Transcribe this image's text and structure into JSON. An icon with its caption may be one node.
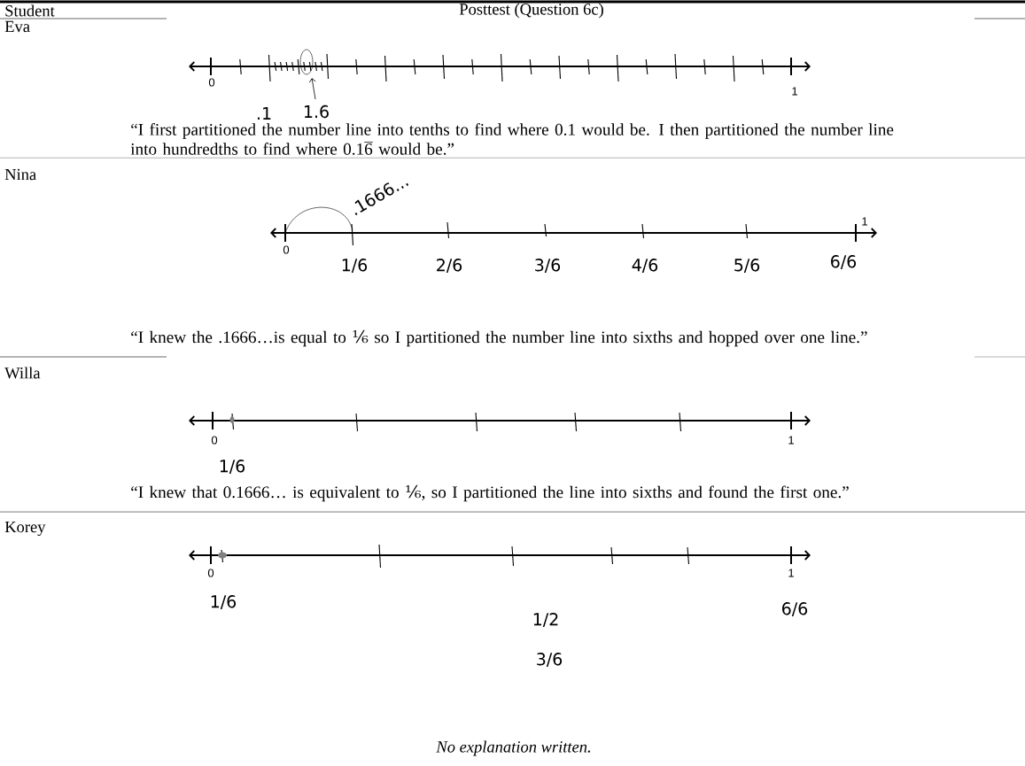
{
  "diagram": {
    "labels": [
      "Student",
      "Posttest (Question 6c)",
      "Eva",
      "0",
      "1",
      ".1",
      "1.6",
      "“I first partitioned the number line into tenths to find where 0.1 would be. I then partitioned the number line into hundredths to find where 0.16̅ would be.”",
      "Nina",
      ".1666...",
      "0",
      "1",
      "1/6",
      "2/6",
      "3/6",
      "4/6",
      "5/6",
      "6/6",
      "“I knew the .1666…is equal to ⅙ so I partitioned the number line into sixths and hopped over one line.”",
      "Willa",
      "0",
      "1",
      "1/6",
      "“I knew that 0.1666… is equivalent to ⅙, so I partitioned the line into sixths and found the first one.”",
      "Korey",
      "0",
      "1",
      "1/6",
      "1/2",
      "6/6",
      "3/6",
      "No explanation written."
    ]
  }
}
